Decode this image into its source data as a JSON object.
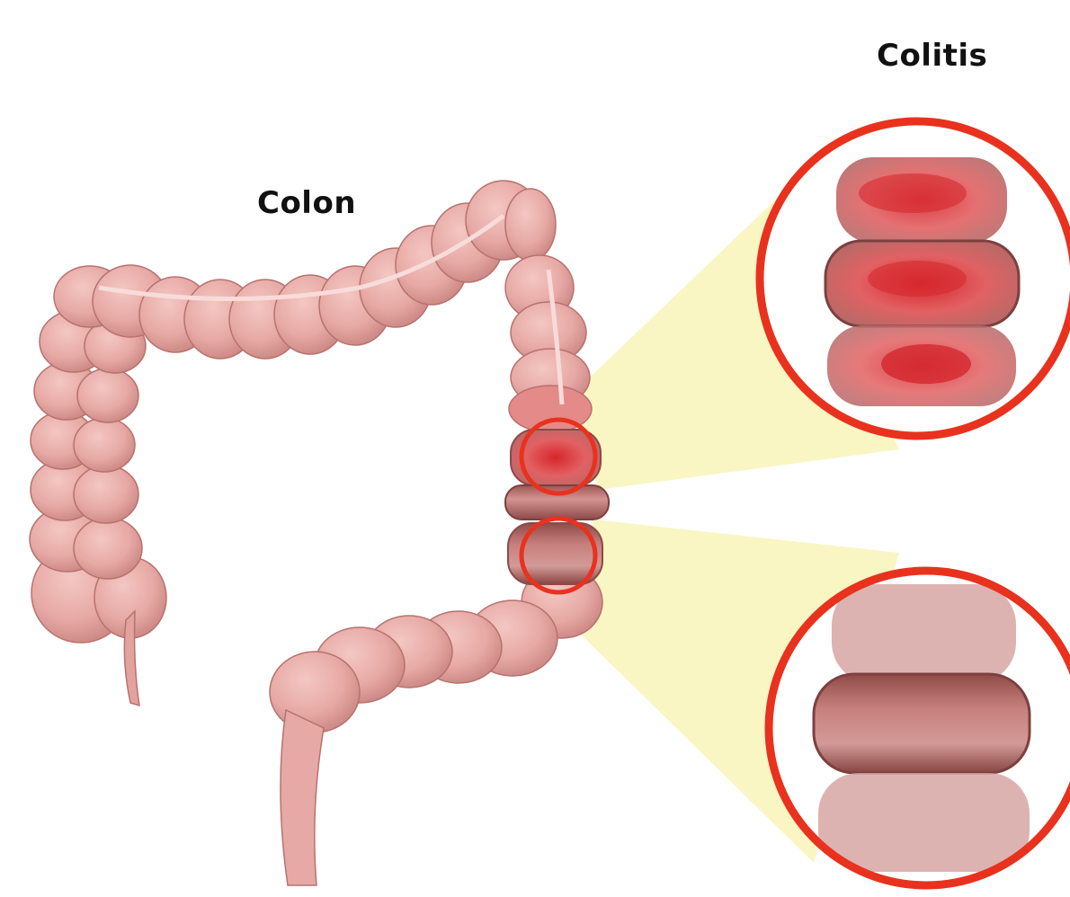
{
  "labels": {
    "colon": "Colon",
    "colitis": "Colitis"
  },
  "colors": {
    "background": "#ffffff",
    "colon_tissue": "#e7a9a5",
    "colon_shadow": "#c98581",
    "inflamed": "#d9262c",
    "highlight_ring": "#e8321e",
    "zoom_cone": "#f8f5b8",
    "healthy_lumen": "#b97570"
  },
  "icons": {
    "colon": "colon-illustration",
    "inflamed_detail": "inflamed-segment-magnified",
    "healthy_detail": "healthy-segment-magnified"
  }
}
